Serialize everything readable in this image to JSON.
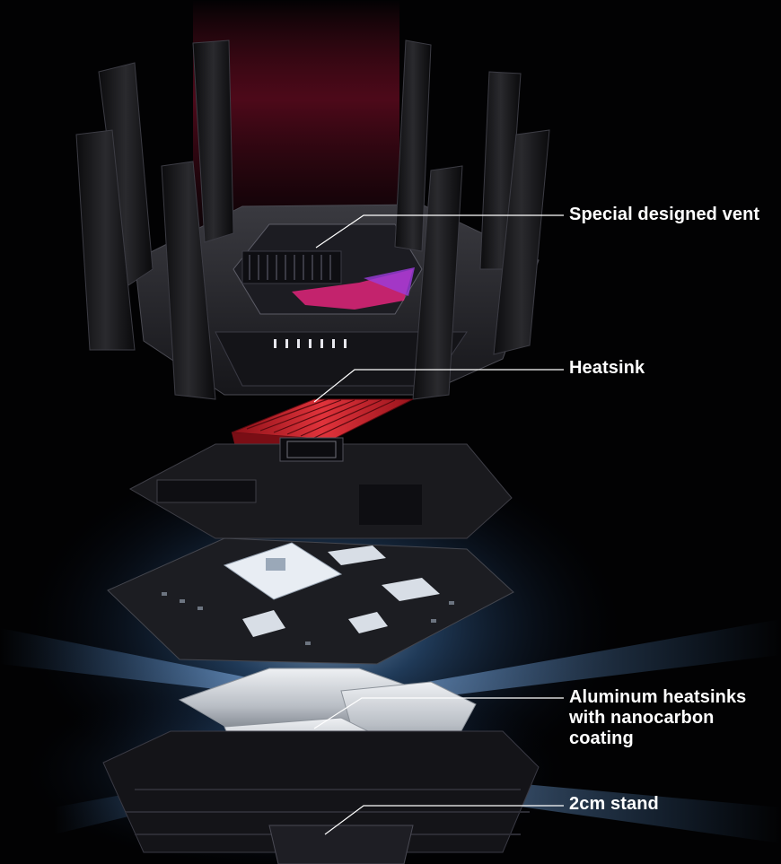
{
  "callouts": {
    "vent": "Special designed vent",
    "heatsink": "Heatsink",
    "aluminum_line1": "Aluminum heatsinks",
    "aluminum_line2": "with nanocarbon",
    "aluminum_line3": "coating",
    "stand": "2cm stand"
  },
  "icons": [
    "router-exploded-view-illustration"
  ],
  "colors": {
    "background": "#000000",
    "text": "#ffffff",
    "accent_glow": "#c8163d",
    "rog_logo": "#e0257a",
    "heatsink_red": "#d4202c",
    "cool_glow": "#5aa8ff",
    "aluminum": "#cfd3d8"
  }
}
